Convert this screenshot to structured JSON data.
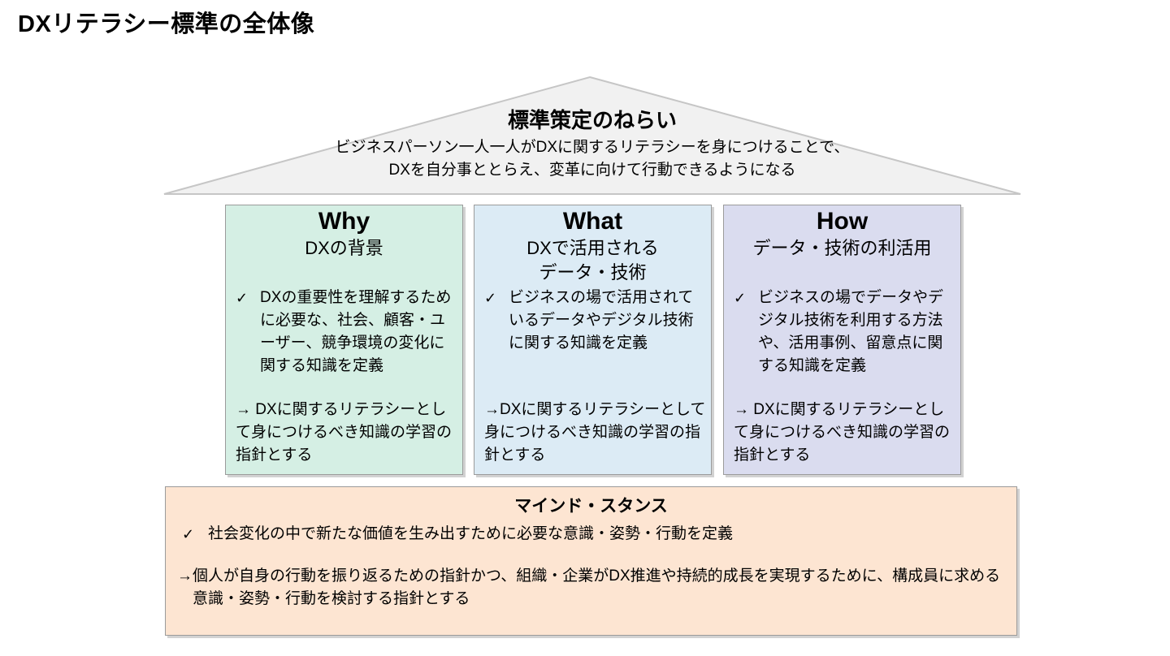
{
  "page": {
    "title": "DXリテラシー標準の全体像"
  },
  "roof": {
    "title": "標準策定のねらい",
    "line1": "ビジネスパーソン一人一人がDXに関するリテラシーを身につけることで、",
    "line2": "DXを自分事ととらえ、変革に向けて行動できるようになる"
  },
  "columns": [
    {
      "title": "Why",
      "subtitle_lines": [
        "DXの背景"
      ],
      "check_glyph": "✓",
      "bullet": "DXの重要性を理解するために必要な、社会、顧客・ユーザー、競争環境の変化に関する知識を定義",
      "arrow_text": "→ DXに関するリテラシーとして身につけるべき知識の学習の指針とする"
    },
    {
      "title": "What",
      "subtitle_lines": [
        "DXで活用される",
        "データ・技術"
      ],
      "check_glyph": "✓",
      "bullet": "ビジネスの場で活用されているデータやデジタル技術に関する知識を定義",
      "arrow_text": "→DXに関するリテラシーとして身につけるべき知識の学習の指針とする"
    },
    {
      "title": "How",
      "subtitle_lines": [
        "データ・技術の利活用"
      ],
      "check_glyph": "✓",
      "bullet": "ビジネスの場でデータやデジタル技術を利用する方法や、活用事例、留意点に関する知識を定義",
      "arrow_text": "→ DXに関するリテラシーとして身につけるべき知識の学習の指針とする"
    }
  ],
  "mind_stance": {
    "title": "マインド・スタンス",
    "check_glyph": "✓",
    "bullet": "社会変化の中で新たな価値を生み出すために必要な意識・姿勢・行動を定義",
    "arrow_text": "→個人が自身の行動を振り返るための指針かつ、組織・企業がDX推進や持続的成長を実現するために、構成員に求める意識・姿勢・行動を検討する指針とする"
  },
  "colors": {
    "roof_fill": "#f1f1f1",
    "roof_border": "#c6c6c6",
    "why_fill": "#d5efe4",
    "what_fill": "#dcebf5",
    "how_fill": "#dadcef",
    "mind_fill": "#fde5d2",
    "box_border": "#9b9b9b",
    "box_shadow": "#d2d2d2",
    "text": "#000000"
  }
}
